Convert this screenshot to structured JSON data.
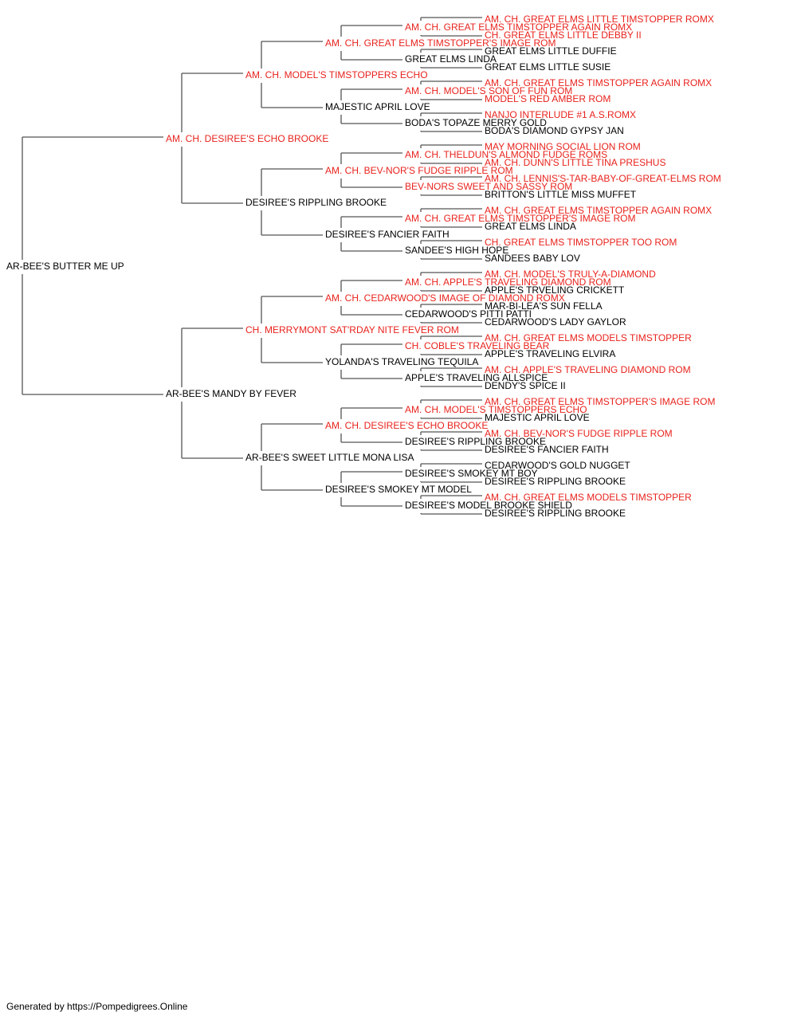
{
  "colors": {
    "titled": "#e8231d",
    "plain": "#000000",
    "line": "#555555"
  },
  "pedigree": {
    "name": "AR-BEE'S BUTTER ME UP",
    "titled": false,
    "sire": {
      "name": "AM. CH. DESIREE'S ECHO BROOKE",
      "titled": true,
      "sire": {
        "name": "AM. CH. MODEL'S TIMSTOPPERS ECHO",
        "titled": true,
        "sire": {
          "name": "AM. CH. GREAT ELMS TIMSTOPPER'S IMAGE ROM",
          "titled": true,
          "sire": {
            "name": "AM. CH. GREAT ELMS TIMSTOPPER AGAIN ROMX",
            "titled": true,
            "sire": {
              "name": "AM. CH. GREAT ELMS LITTLE TIMSTOPPER ROMX",
              "titled": true
            },
            "dam": {
              "name": "CH. GREAT ELMS LITTLE DEBBY II",
              "titled": true
            }
          },
          "dam": {
            "name": "GREAT ELMS LINDA",
            "titled": false,
            "sire": {
              "name": "GREAT ELMS LITTLE DUFFIE",
              "titled": false
            },
            "dam": {
              "name": "GREAT ELMS LITTLE SUSIE",
              "titled": false
            }
          }
        },
        "dam": {
          "name": "MAJESTIC APRIL LOVE",
          "titled": false,
          "sire": {
            "name": "AM. CH. MODEL'S SON OF FUN ROM",
            "titled": true,
            "sire": {
              "name": "AM. CH. GREAT ELMS TIMSTOPPER AGAIN ROMX",
              "titled": true
            },
            "dam": {
              "name": "MODEL'S RED AMBER ROM",
              "titled": true
            }
          },
          "dam": {
            "name": "BODA'S TOPAZE MERRY GOLD",
            "titled": false,
            "sire": {
              "name": "NANJO INTERLUDE #1 A.S.ROMX",
              "titled": true
            },
            "dam": {
              "name": "BODA'S DIAMOND GYPSY JAN",
              "titled": false
            }
          }
        }
      },
      "dam": {
        "name": "DESIREE'S RIPPLING BROOKE",
        "titled": false,
        "sire": {
          "name": "AM. CH. BEV-NOR'S FUDGE RIPPLE ROM",
          "titled": true,
          "sire": {
            "name": "AM. CH. THELDUN'S ALMOND FUDGE ROMS",
            "titled": true,
            "sire": {
              "name": "MAY MORNING SOCIAL LION ROM",
              "titled": true
            },
            "dam": {
              "name": "AM. CH. DUNN'S LITTLE TINA PRESHUS",
              "titled": true
            }
          },
          "dam": {
            "name": "BEV-NORS SWEET AND SASSY ROM",
            "titled": true,
            "sire": {
              "name": "AM. CH. LENNIS'S-TAR-BABY-OF-GREAT-ELMS ROM",
              "titled": true
            },
            "dam": {
              "name": "BRITTON'S LITTLE MISS MUFFET",
              "titled": false
            }
          }
        },
        "dam": {
          "name": "DESIREE'S FANCIER FAITH",
          "titled": false,
          "sire": {
            "name": "AM. CH. GREAT ELMS TIMSTOPPER'S IMAGE ROM",
            "titled": true,
            "sire": {
              "name": "AM. CH. GREAT ELMS TIMSTOPPER AGAIN ROMX",
              "titled": true
            },
            "dam": {
              "name": "GREAT ELMS LINDA",
              "titled": false
            }
          },
          "dam": {
            "name": "SANDEE'S HIGH HOPE",
            "titled": false,
            "sire": {
              "name": "CH. GREAT ELMS TIMSTOPPER TOO ROM",
              "titled": true
            },
            "dam": {
              "name": "SANDEES BABY LOV",
              "titled": false
            }
          }
        }
      }
    },
    "dam": {
      "name": "AR-BEE'S MANDY BY FEVER",
      "titled": false,
      "sire": {
        "name": "CH. MERRYMONT SAT'RDAY NITE FEVER ROM",
        "titled": true,
        "sire": {
          "name": "AM. CH. CEDARWOOD'S IMAGE OF DIAMOND ROMX",
          "titled": true,
          "sire": {
            "name": "AM. CH. APPLE'S TRAVELING DIAMOND ROM",
            "titled": true,
            "sire": {
              "name": "AM. CH. MODEL'S TRULY-A-DIAMOND",
              "titled": true
            },
            "dam": {
              "name": "APPLE'S TRVELING CRICKETT",
              "titled": false
            }
          },
          "dam": {
            "name": "CEDARWOOD'S PITTI PATTI",
            "titled": false,
            "sire": {
              "name": "MAR-BI-LEA'S SUN FELLA",
              "titled": false
            },
            "dam": {
              "name": "CEDARWOOD'S LADY GAYLOR",
              "titled": false
            }
          }
        },
        "dam": {
          "name": "YOLANDA'S TRAVELING TEQUILA",
          "titled": false,
          "sire": {
            "name": "CH. COBLE'S TRAVELING BEAR",
            "titled": true,
            "sire": {
              "name": "AM. CH. GREAT ELMS MODELS TIMSTOPPER",
              "titled": true
            },
            "dam": {
              "name": "APPLE'S TRAVELING ELVIRA",
              "titled": false
            }
          },
          "dam": {
            "name": "APPLE'S TRAVELING ALLSPICE",
            "titled": false,
            "sire": {
              "name": "AM. CH. APPLE'S TRAVELING DIAMOND ROM",
              "titled": true
            },
            "dam": {
              "name": "DENDY'S SPICE II",
              "titled": false
            }
          }
        }
      },
      "dam": {
        "name": "AR-BEE'S SWEET LITTLE MONA LISA",
        "titled": false,
        "sire": {
          "name": "AM. CH. DESIREE'S ECHO BROOKE",
          "titled": true,
          "sire": {
            "name": "AM. CH. MODEL'S TIMSTOPPERS ECHO",
            "titled": true,
            "sire": {
              "name": "AM. CH. GREAT ELMS TIMSTOPPER'S IMAGE ROM",
              "titled": true
            },
            "dam": {
              "name": "MAJESTIC APRIL LOVE",
              "titled": false
            }
          },
          "dam": {
            "name": "DESIREE'S RIPPLING BROOKE",
            "titled": false,
            "sire": {
              "name": "AM. CH. BEV-NOR'S FUDGE RIPPLE ROM",
              "titled": true
            },
            "dam": {
              "name": "DESIREE'S FANCIER FAITH",
              "titled": false
            }
          }
        },
        "dam": {
          "name": "DESIREE'S SMOKEY MT MODEL",
          "titled": false,
          "sire": {
            "name": "DESIREE'S SMOKEY MT BOY",
            "titled": false,
            "sire": {
              "name": "CEDARWOOD'S GOLD NUGGET",
              "titled": false
            },
            "dam": {
              "name": "DESIREE'S RIPPLING BROOKE",
              "titled": false
            }
          },
          "dam": {
            "name": "DESIREE'S MODEL BROOKE SHIELD",
            "titled": false,
            "sire": {
              "name": "AM. CH. GREAT ELMS MODELS TIMSTOPPER",
              "titled": true
            },
            "dam": {
              "name": "DESIREE'S RIPPLING BROOKE",
              "titled": false
            }
          }
        }
      }
    }
  },
  "footer": {
    "text": "Generated by https://Pompedigrees.Online"
  }
}
